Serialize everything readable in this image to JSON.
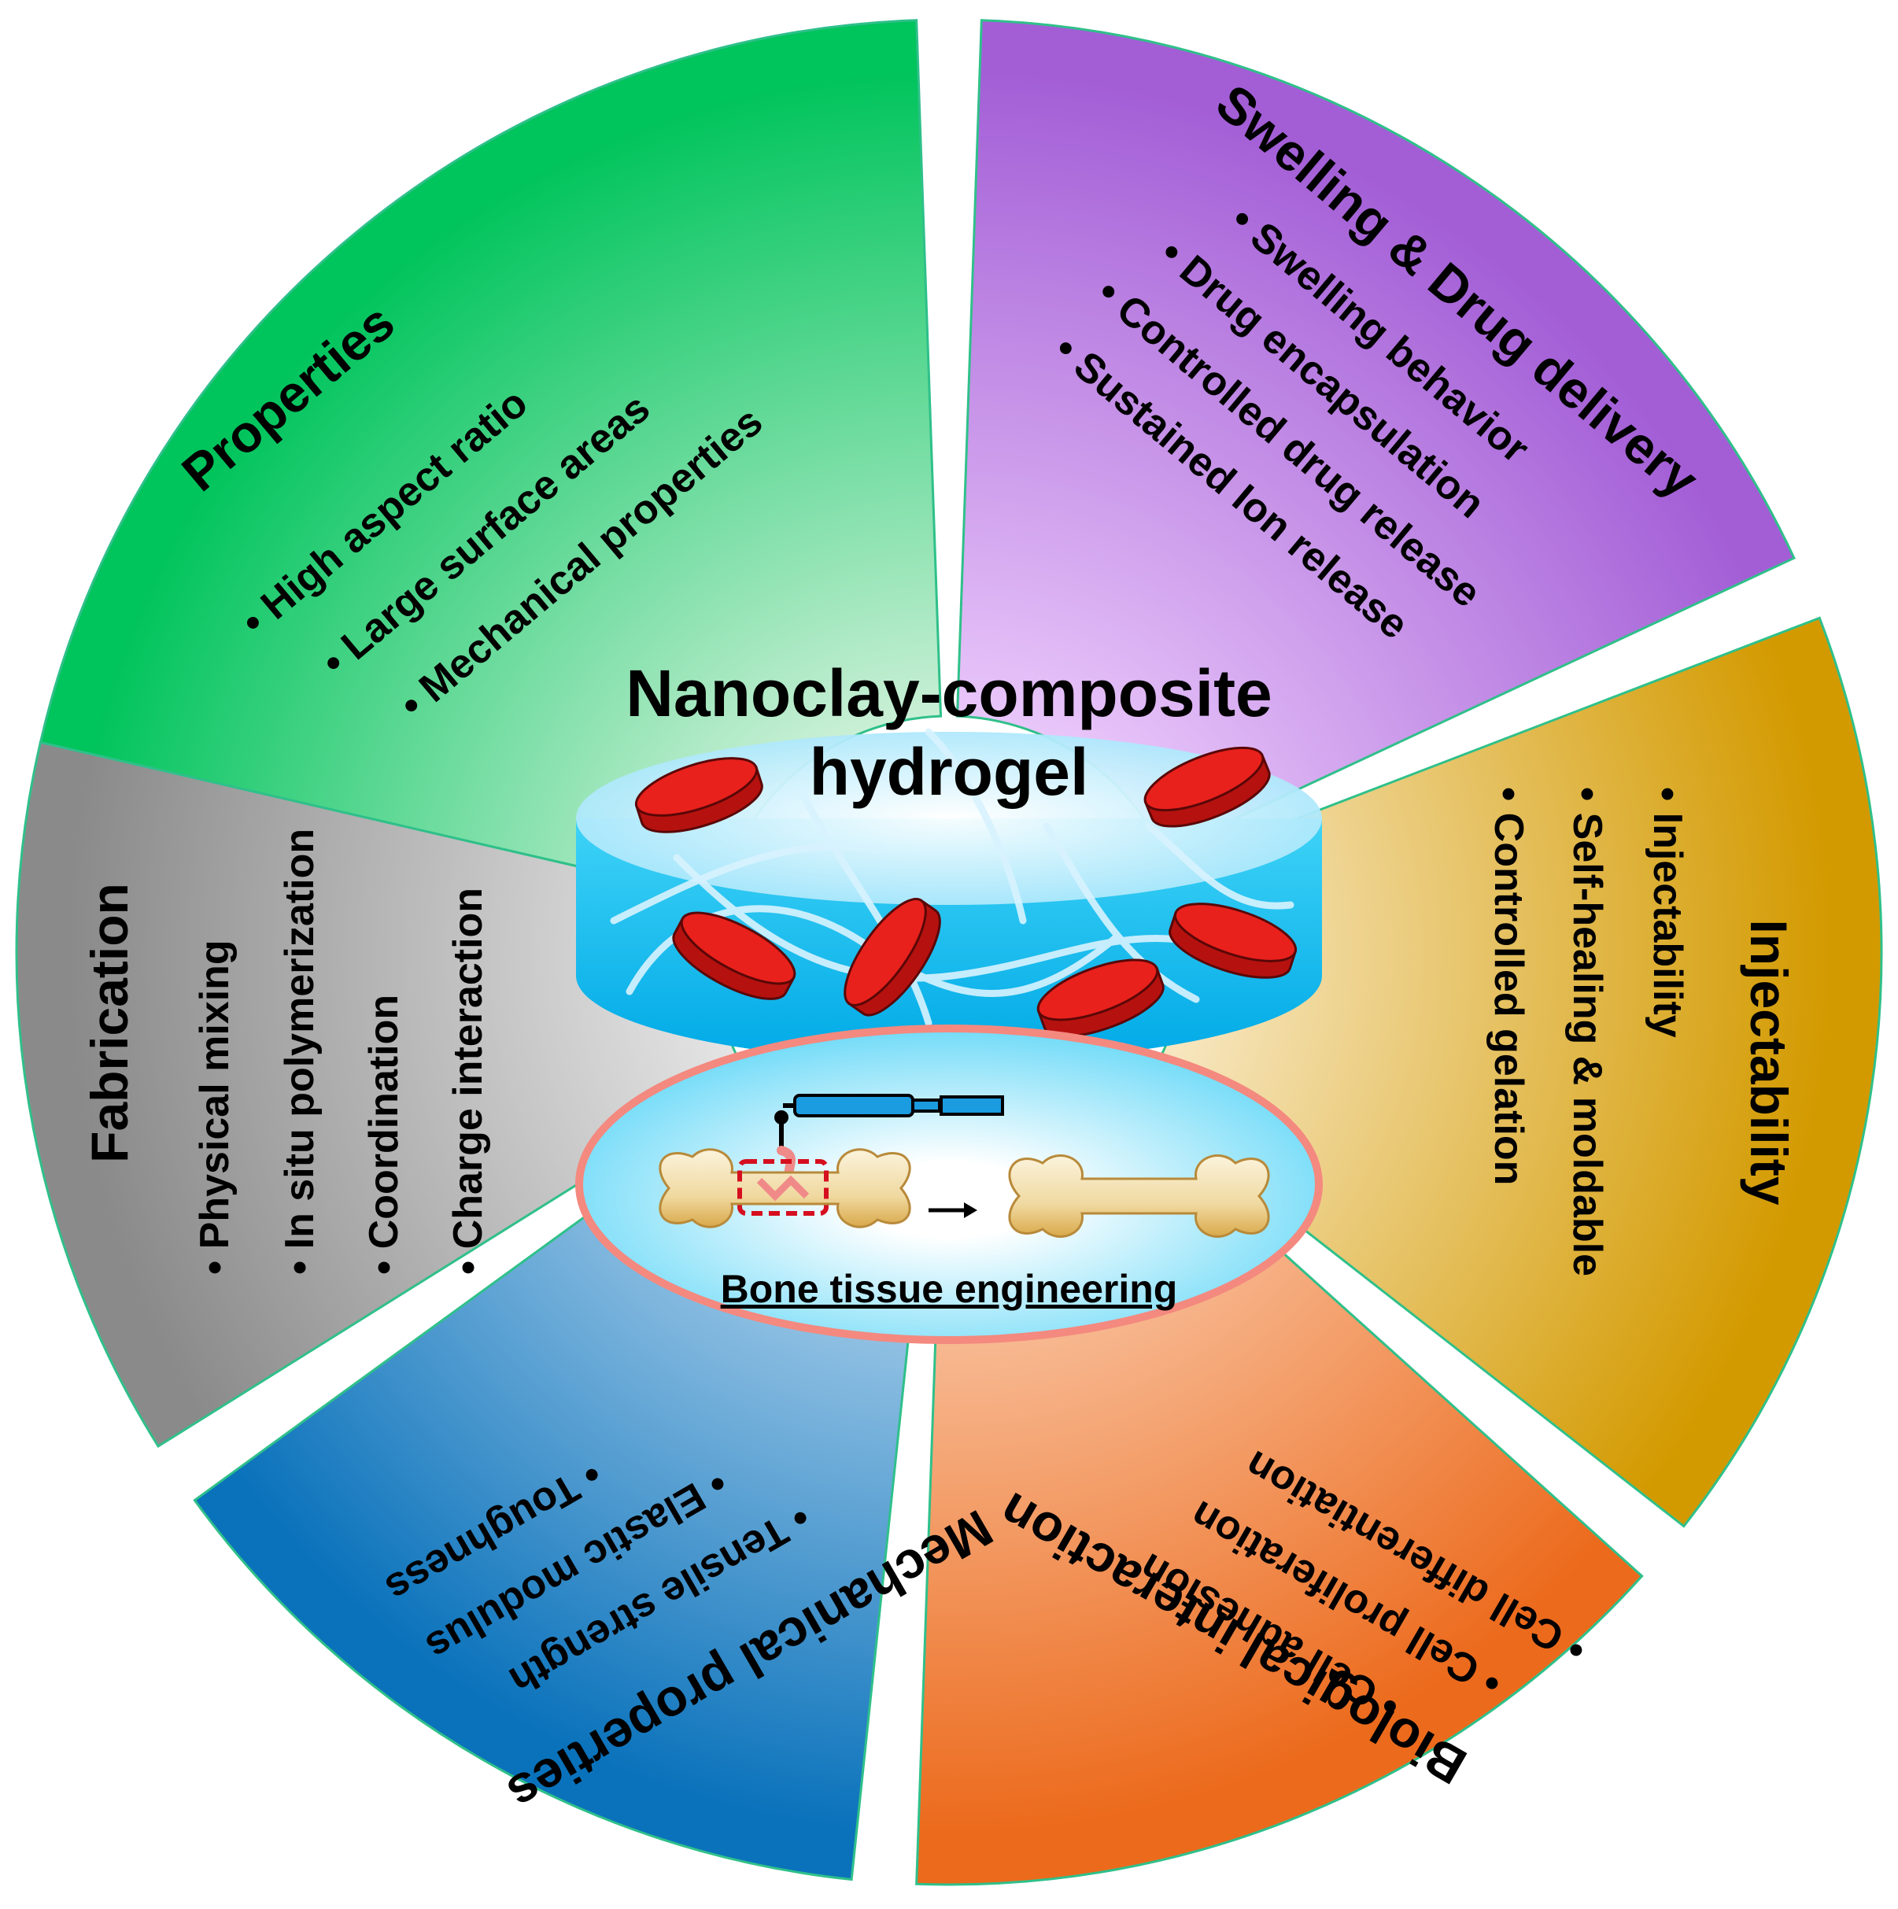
{
  "diagram": {
    "center": {
      "title_line1": "Nanoclay-composite",
      "title_line2": "hydrogel",
      "application": "Bone tissue engineering"
    },
    "sectors": [
      {
        "id": "properties",
        "title": "Properties",
        "items": [
          "• High aspect ratio",
          "• Large surface areas",
          "• Mechanical properties"
        ],
        "color_outer": "#00c45c",
        "color_inner": "#e8f6e8"
      },
      {
        "id": "swelling",
        "title": "Swelling & Drug delivery",
        "items": [
          "• Swelling behavior",
          "• Drug encapsulation",
          "• Controlled drug release",
          "• Sustained Ion release"
        ],
        "color_outer": "#a35ed6",
        "color_inner": "#f3d6ff"
      },
      {
        "id": "injectability",
        "title": "Injectability",
        "items": [
          "• Injectability",
          "• Self-healing & moldable",
          "• Controlled gelation"
        ],
        "color_outer": "#d39a00",
        "color_inner": "#fdf3df"
      },
      {
        "id": "biological",
        "title": "Biological interaction",
        "items": [
          "• Cell differentiation",
          "• Cell proliferation",
          "• Cell adhesion"
        ],
        "color_outer": "#ec6a1c",
        "color_inner": "#fde0cc"
      },
      {
        "id": "mechanical",
        "title": "Mechanical properties",
        "items": [
          "• Toughness",
          "• Elastic modulus",
          "• Tensile strength"
        ],
        "color_outer": "#0a72bb",
        "color_inner": "#d4e8f7"
      },
      {
        "id": "fabrication",
        "title": "Fabrication",
        "items": [
          "• Physical mixing",
          "• In situ polymerization",
          "• Coordination",
          "• Charge interaction"
        ],
        "color_outer": "#8a8a8a",
        "color_inner": "#f2f2f2"
      }
    ],
    "colors": {
      "gel": "#15c6f3",
      "gel_top": "#aeebff",
      "clay": "#e8211c",
      "bone": "#f3e2b6",
      "bone_defect": "#d60f1f"
    }
  }
}
